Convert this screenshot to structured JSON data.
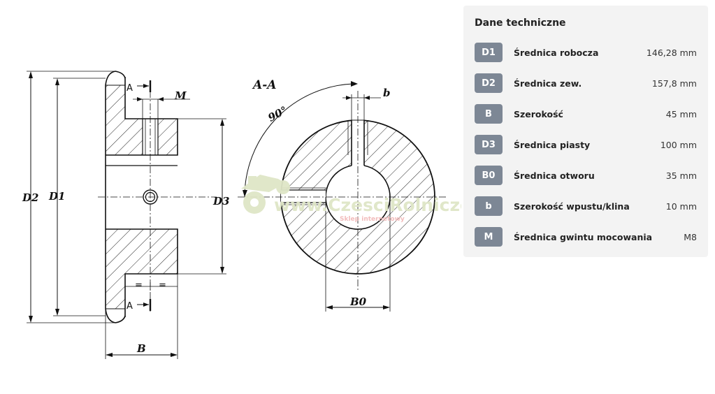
{
  "drawing": {
    "labels": {
      "d2": "D2",
      "d1": "D1",
      "d3": "D3",
      "b": "B",
      "m": "M",
      "section_mark_top": "A",
      "section_mark_bottom": "A",
      "equal_left": "=",
      "equal_right": "=",
      "section_title": "A-A",
      "angle": "90°",
      "keyway": "b",
      "bore": "B0"
    },
    "watermark": {
      "text": "www.CzesciRolnicze.pl",
      "subtext": "Sklep internetowy"
    }
  },
  "specs": {
    "title": "Dane techniczne",
    "rows": [
      {
        "code": "D1",
        "name": "Średnica robocza",
        "value": "146,28 mm"
      },
      {
        "code": "D2",
        "name": "Średnica zew.",
        "value": "157,8 mm"
      },
      {
        "code": "B",
        "name": "Szerokość",
        "value": "45 mm"
      },
      {
        "code": "D3",
        "name": "Średnica piasty",
        "value": "100 mm"
      },
      {
        "code": "B0",
        "name": "Średnica otworu",
        "value": "35 mm"
      },
      {
        "code": "b",
        "name": "Szerokość wpustu/klina",
        "value": "10 mm"
      },
      {
        "code": "M",
        "name": "Średnica gwintu mocowania",
        "value": "M8"
      }
    ]
  },
  "colors": {
    "panel_bg": "#f3f3f3",
    "badge_bg": "#7d8795",
    "watermark_green": "#dfe6c7",
    "watermark_red": "#f2b9b9"
  }
}
